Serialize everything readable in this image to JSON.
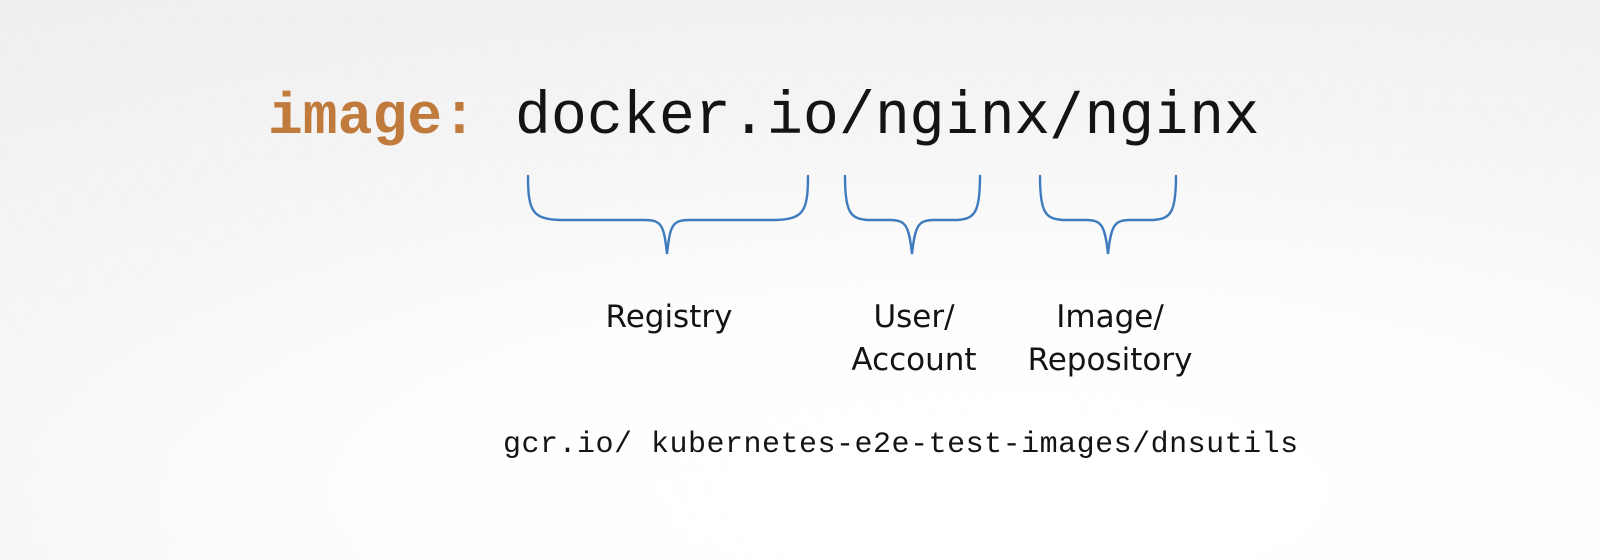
{
  "slide": {
    "background_color": "#f4f4f4",
    "accent_key_color": "#c07a3c",
    "brace_color": "#3f7cbe",
    "text_color": "#141414"
  },
  "image_line": {
    "key_label": "image:",
    "registry_part": "docker.io/",
    "path_part": "nginx/nginx",
    "full_value": "image: docker.io/nginx/nginx"
  },
  "segments": [
    {
      "id": "registry",
      "label": "Registry",
      "brace_label": "brace-registry",
      "covers": "docker.io/"
    },
    {
      "id": "user-account",
      "label": "User/\nAccount",
      "brace_label": "brace-user-account",
      "covers": "nginx"
    },
    {
      "id": "image-repository",
      "label": "Image/\nRepository",
      "brace_label": "brace-image-repository",
      "covers": "nginx"
    }
  ],
  "example": {
    "text": "gcr.io/ kubernetes-e2e-test-images/dnsutils"
  }
}
